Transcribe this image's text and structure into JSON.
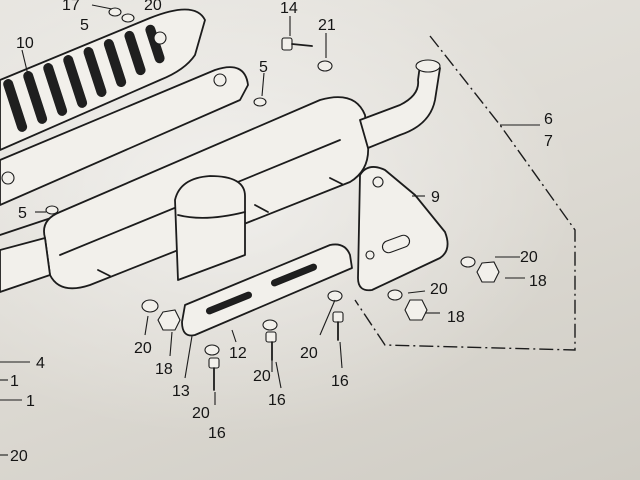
{
  "diagram": {
    "callouts": {
      "c1": "17",
      "c2": "20",
      "c3": "5",
      "c4": "10",
      "c5": "14",
      "c6": "21",
      "c7": "5",
      "c8": "6",
      "c9": "7",
      "c10": "9",
      "c11": "5",
      "c12": "20",
      "c13": "18",
      "c14": "20",
      "c15": "18",
      "c16": "20",
      "c17": "18",
      "c18": "12",
      "c19": "20",
      "c20": "20",
      "c21": "16",
      "c22": "16",
      "c23": "13",
      "c24": "20",
      "c25": "16",
      "c26": "4",
      "c27": "1",
      "c28": "1",
      "c29": "20"
    }
  }
}
